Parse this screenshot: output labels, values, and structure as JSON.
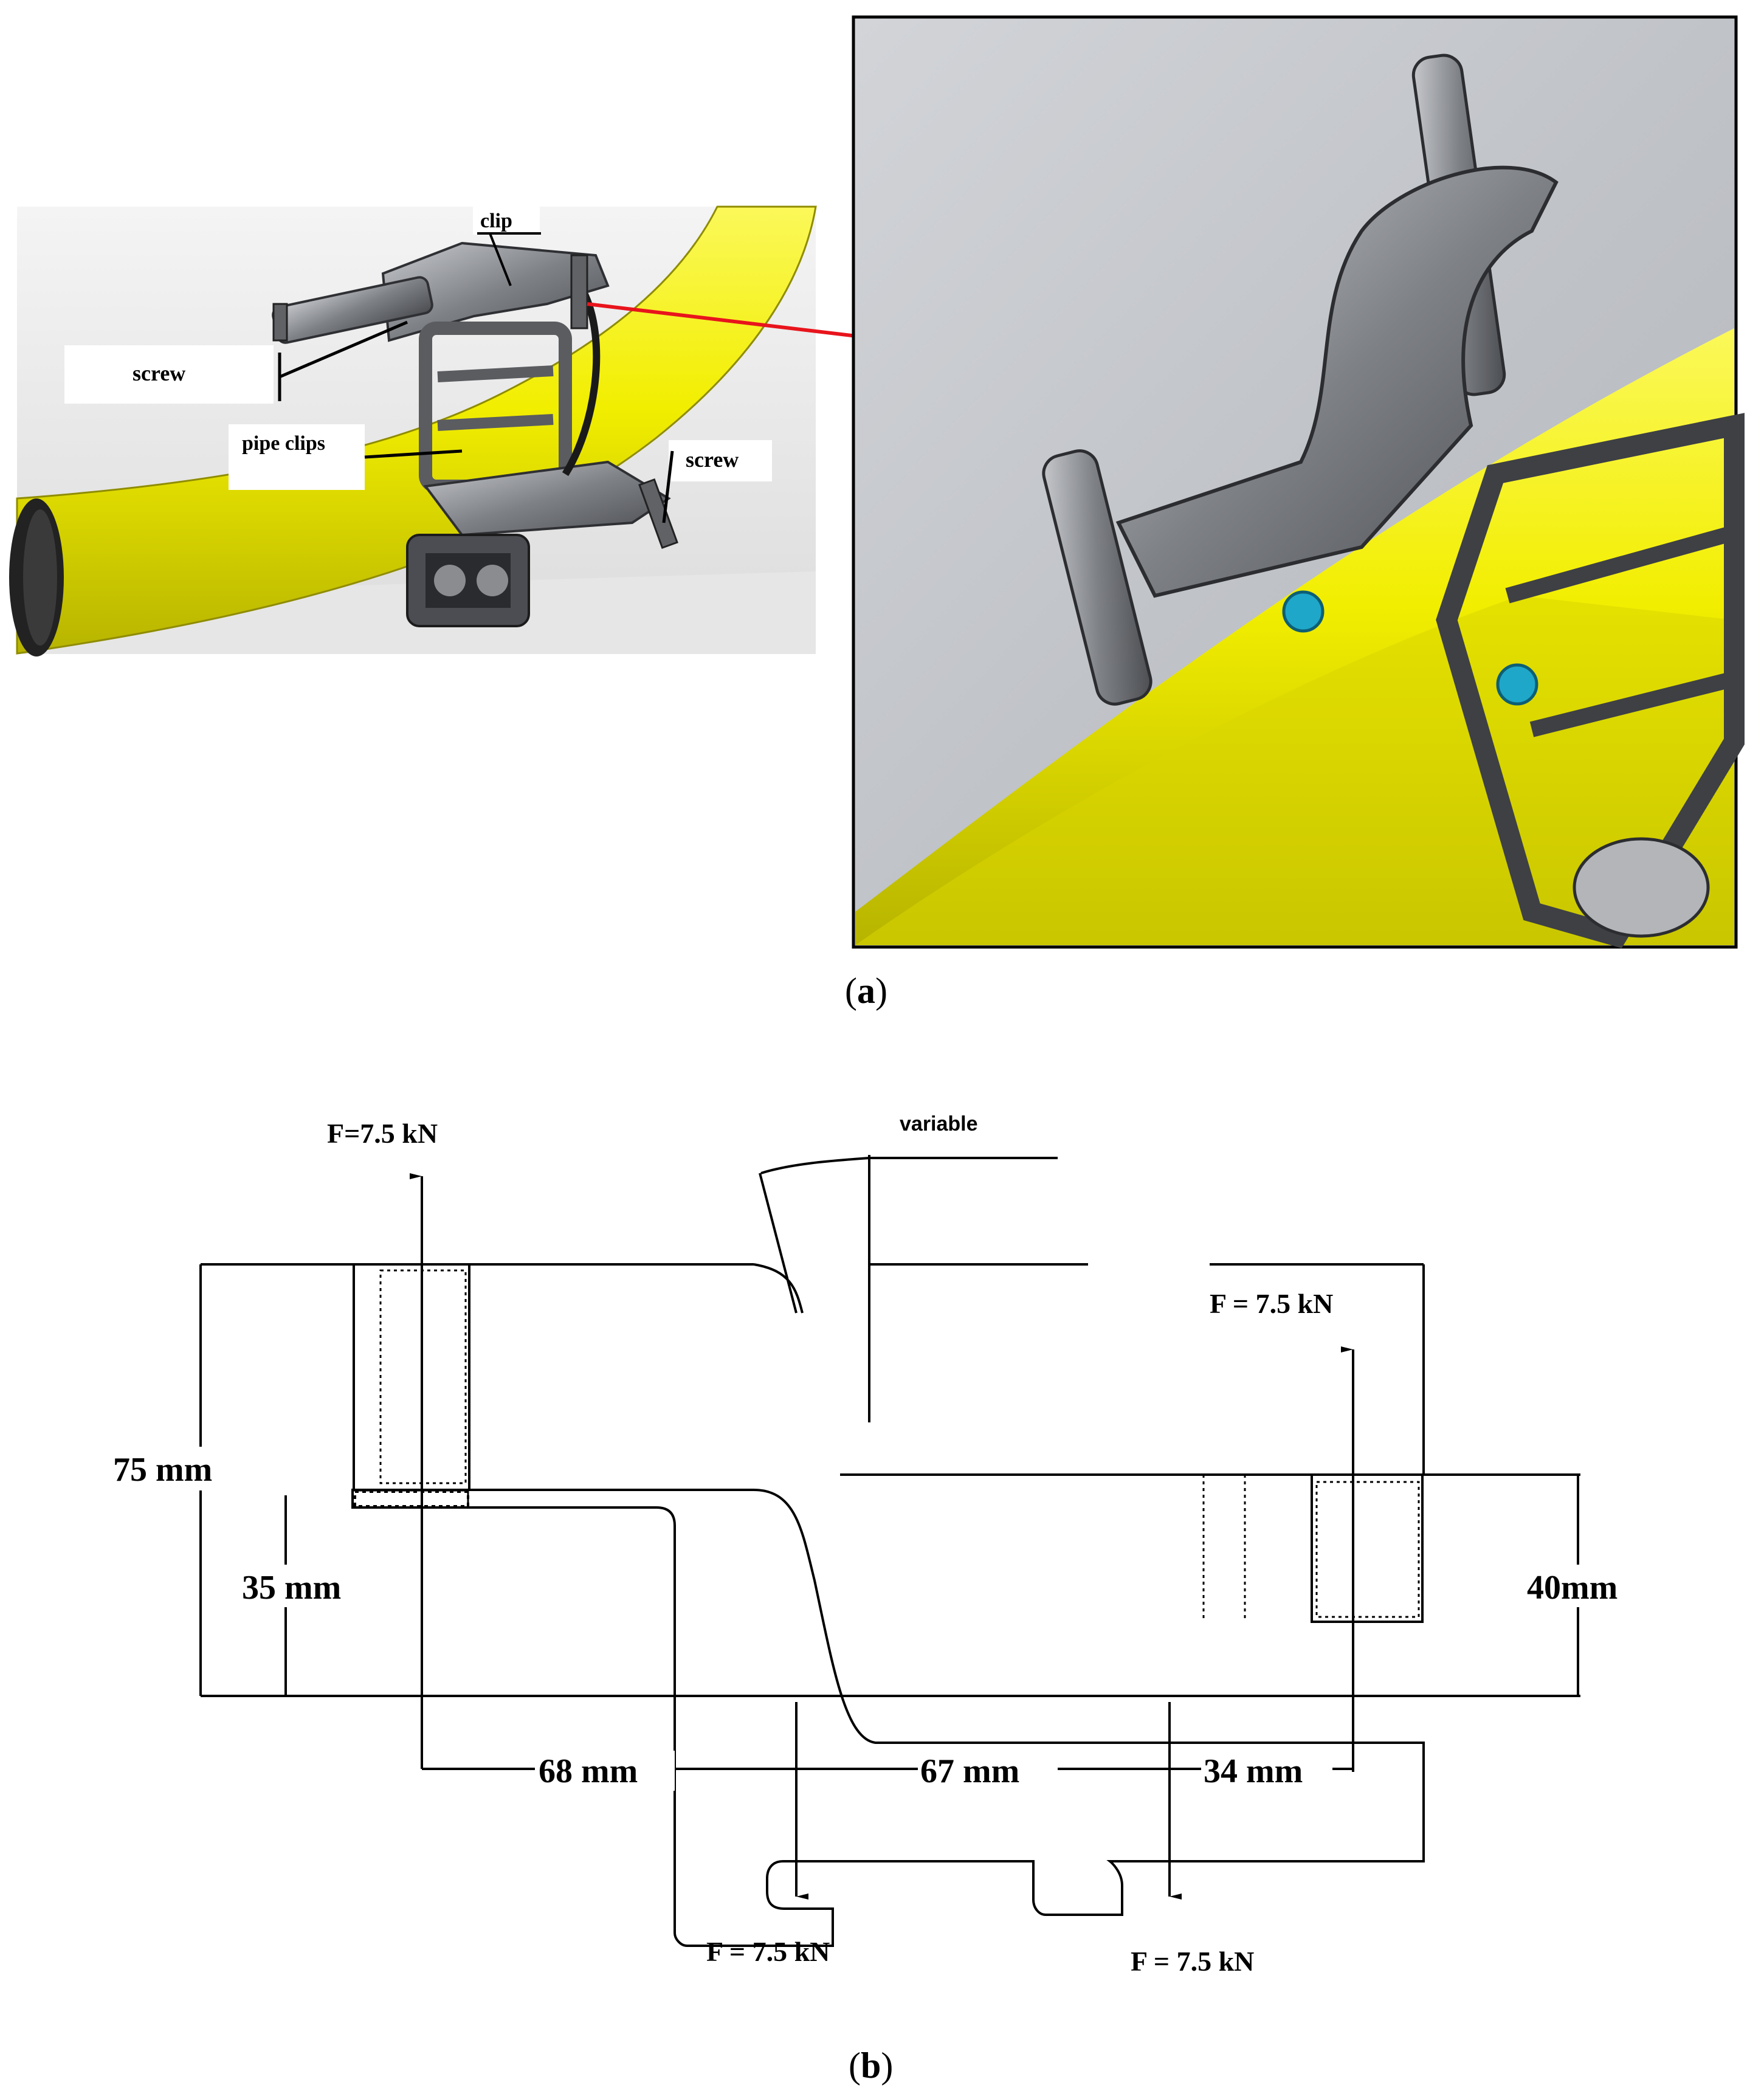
{
  "panel_a": {
    "caption_open": "(",
    "caption_letter": "a",
    "caption_close": ")",
    "labels": {
      "clip": "clip",
      "screw_left": "screw",
      "pipe_clips": "pipe clips",
      "screw_right": "screw"
    },
    "colors": {
      "pipe": "#f2ee00",
      "metal": "#8a8c90",
      "pointer": "#e8141c"
    }
  },
  "panel_b": {
    "caption_open": "(",
    "caption_letter": "b",
    "caption_close": ")",
    "labels": {
      "force_top_left": "F=7.5 kN",
      "variable": "variable",
      "force_top_right": "F = 7.5 kN",
      "dim_75": "75 mm",
      "dim_35": "35 mm",
      "dim_40": "40mm",
      "dim_68": "68 mm",
      "dim_67": "67 mm",
      "dim_34": "34 mm",
      "force_bottom_mid": "F = 7.5 kN",
      "force_bottom_right": "F = 7.5 kN"
    }
  }
}
